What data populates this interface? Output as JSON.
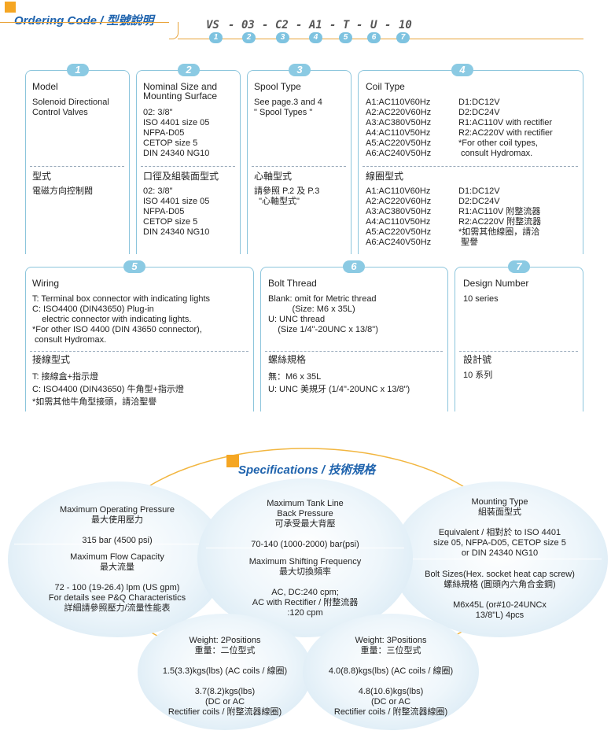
{
  "header": {
    "title": "Ordering Code / 型號說明",
    "code_parts": [
      "VS",
      "-",
      "03",
      "-",
      "C2",
      "-",
      "A1",
      "-",
      "T",
      "-",
      "U",
      "-",
      "10"
    ],
    "indices": [
      "1",
      "2",
      "3",
      "4",
      "5",
      "6",
      "7"
    ]
  },
  "box1": {
    "num": "1",
    "title": "Model",
    "en": "Solenoid Directional\nControl Valves",
    "zh_title": "型式",
    "zh": "電磁方向控制閥"
  },
  "box2": {
    "num": "2",
    "title": "Nominal Size and\nMounting Surface",
    "en": "02: 3/8\"\nISO 4401 size 05\nNFPA-D05\nCETOP size 5\nDIN 24340 NG10",
    "zh_title": "口徑及組裝面型式",
    "zh": "02: 3/8\"\nISO 4401 size 05\nNFPA-D05\nCETOP size 5\nDIN 24340 NG10"
  },
  "box3": {
    "num": "3",
    "title": "Spool Type",
    "en": "See page.3 and 4\n\" Spool Types \"",
    "zh_title": "心軸型式",
    "zh": "請參照 P.2 及 P.3\n  \"心軸型式\""
  },
  "box4": {
    "num": "4",
    "title": "Coil Type",
    "en_left": "A1:AC110V60Hz\nA2:AC220V60Hz\nA3:AC380V50Hz\nA4:AC110V50Hz\nA5:AC220V50Hz\nA6:AC240V50Hz",
    "en_right": "D1:DC12V\nD2:DC24V\nR1:AC110V with rectifier\nR2:AC220V with rectifier\n*For other coil types,\n consult Hydromax.",
    "zh_title": "線圈型式",
    "zh_left": "A1:AC110V60Hz\nA2:AC220V60Hz\nA3:AC380V50Hz\nA4:AC110V50Hz\nA5:AC220V50Hz\nA6:AC240V50Hz",
    "zh_right": "D1:DC12V\nD2:DC24V\nR1:AC110V 附整流器\nR2:AC220V 附整流器\n*如需其他線圈，請洽\n 聖譽"
  },
  "box5": {
    "num": "5",
    "title": "Wiring",
    "en": "T: Terminal box connector with indicating lights\nC: ISO4400 (DIN43650) Plug-in\n    electric connector with indicating lights.\n*For other ISO 4400 (DIN 43650 connector),\n consult Hydromax.",
    "zh_title": "接線型式",
    "zh": "T: 接線盒+指示燈\nC: ISO4400 (DIN43650) 牛角型+指示燈\n*如需其他牛角型接頭，請洽聖譽"
  },
  "box6": {
    "num": "6",
    "title": "Bolt Thread",
    "en": "Blank: omit for Metric thread\n          (Size: M6 x 35L)\nU: UNC thread\n    (Size 1/4\"-20UNC x 13/8\")",
    "zh_title": "螺絲規格",
    "zh": "無：M6 x 35L\nU: UNC 美規牙 (1/4\"-20UNC x 13/8\")"
  },
  "box7": {
    "num": "7",
    "title": "Design Number",
    "en": "10 series",
    "zh_title": "設計號",
    "zh": "10 系列"
  },
  "specs": {
    "title": "Specifications / 技術規格",
    "pressure": "Maximum Operating Pressure\n最大使用壓力\n\n315 bar (4500 psi)",
    "flow": "Maximum Flow Capacity\n最大流量\n\n72 - 100 (19-26.4) lpm (US gpm)\nFor details see P&Q Characteristics\n詳細請參照壓力/流量性能表",
    "tank": "Maximum Tank Line\nBack Pressure\n可承受最大背壓\n\n70-140 (1000-2000) bar(psi)",
    "frequency": "Maximum Shifting Frequency\n最大切換頻率\n\nAC, DC:240 cpm;\nAC with Rectifier / 附整流器\n:120 cpm",
    "mounting": "Mounting Type\n組裝面型式\n\nEquivalent / 相對於 to ISO 4401\nsize 05, NFPA-D05, CETOP size 5\nor DIN 24340 NG10",
    "bolts": "Bolt Sizes(Hex. socket heat cap screw)\n螺絲規格 (圓頭內六角合金鋼)\n\nM6x45L (or#10-24UNCx\n13/8\"L) 4pcs",
    "weight2": "Weight: 2Positions\n重量：二位型式\n\n1.5(3.3)kgs(lbs) (AC coils / 線圈)\n\n3.7(8.2)kgs(lbs)\n(DC or AC\nRectifier coils / 附整流器線圈)",
    "weight3": "Weight: 3Positions\n重量：三位型式\n\n4.0(8.8)kgs(lbs) (AC coils / 線圈)\n\n4.8(10.6)kgs(lbs)\n(DC or AC\nRectifier coils / 附整流器線圈)"
  },
  "colors": {
    "accent_orange": "#f5a623",
    "title_blue": "#1f63ad",
    "box_border": "#8cc5dc",
    "badge_blue": "#8bcae3"
  }
}
